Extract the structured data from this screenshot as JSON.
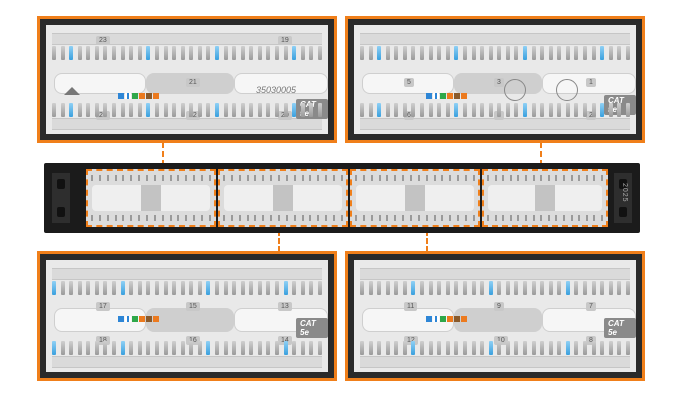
{
  "colors": {
    "accent": "#f07f1a",
    "panel_dark": "#1b1b1b",
    "label_bg": "#f6f6f6"
  },
  "panels": [
    {
      "id": "top-left",
      "numbers": [
        "23",
        "19",
        "21",
        "24",
        "22",
        "20"
      ],
      "serial": "35030005",
      "cat": "CAT 5e"
    },
    {
      "id": "top-right",
      "numbers": [
        "5",
        "3",
        "1",
        "6",
        "4",
        "2"
      ],
      "cat": "CAT 5e"
    },
    {
      "id": "bottom-left",
      "numbers": [
        "17",
        "15",
        "13",
        "18",
        "16",
        "14"
      ],
      "cat": "CAT 5e"
    },
    {
      "id": "bottom-right",
      "numbers": [
        "11",
        "9",
        "7",
        "12",
        "10",
        "8"
      ],
      "cat": "CAT 5e"
    }
  ],
  "rack": {
    "side_text": "2025"
  }
}
